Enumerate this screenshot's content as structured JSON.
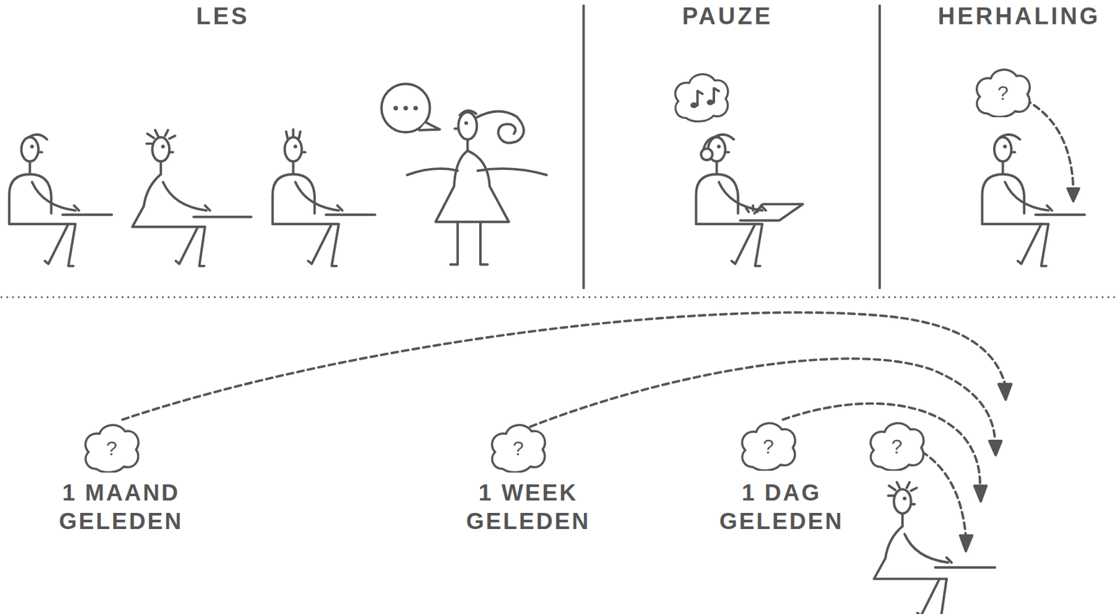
{
  "diagram": {
    "nodes": [
      {
        "text": [
          "?"
        ]
      },
      {
        "text": [
          "?"
        ]
      },
      {
        "text": [
          "?"
        ]
      },
      {
        "text": [
          "?"
        ]
      },
      {
        "text": [
          "?"
        ]
      }
    ],
    "labels": [
      "LES",
      "PAUZE",
      "HERHALING",
      "1 MAAND GELEDEN",
      "1 WEEK GELEDEN",
      "1 DAG GELEDEN"
    ]
  }
}
